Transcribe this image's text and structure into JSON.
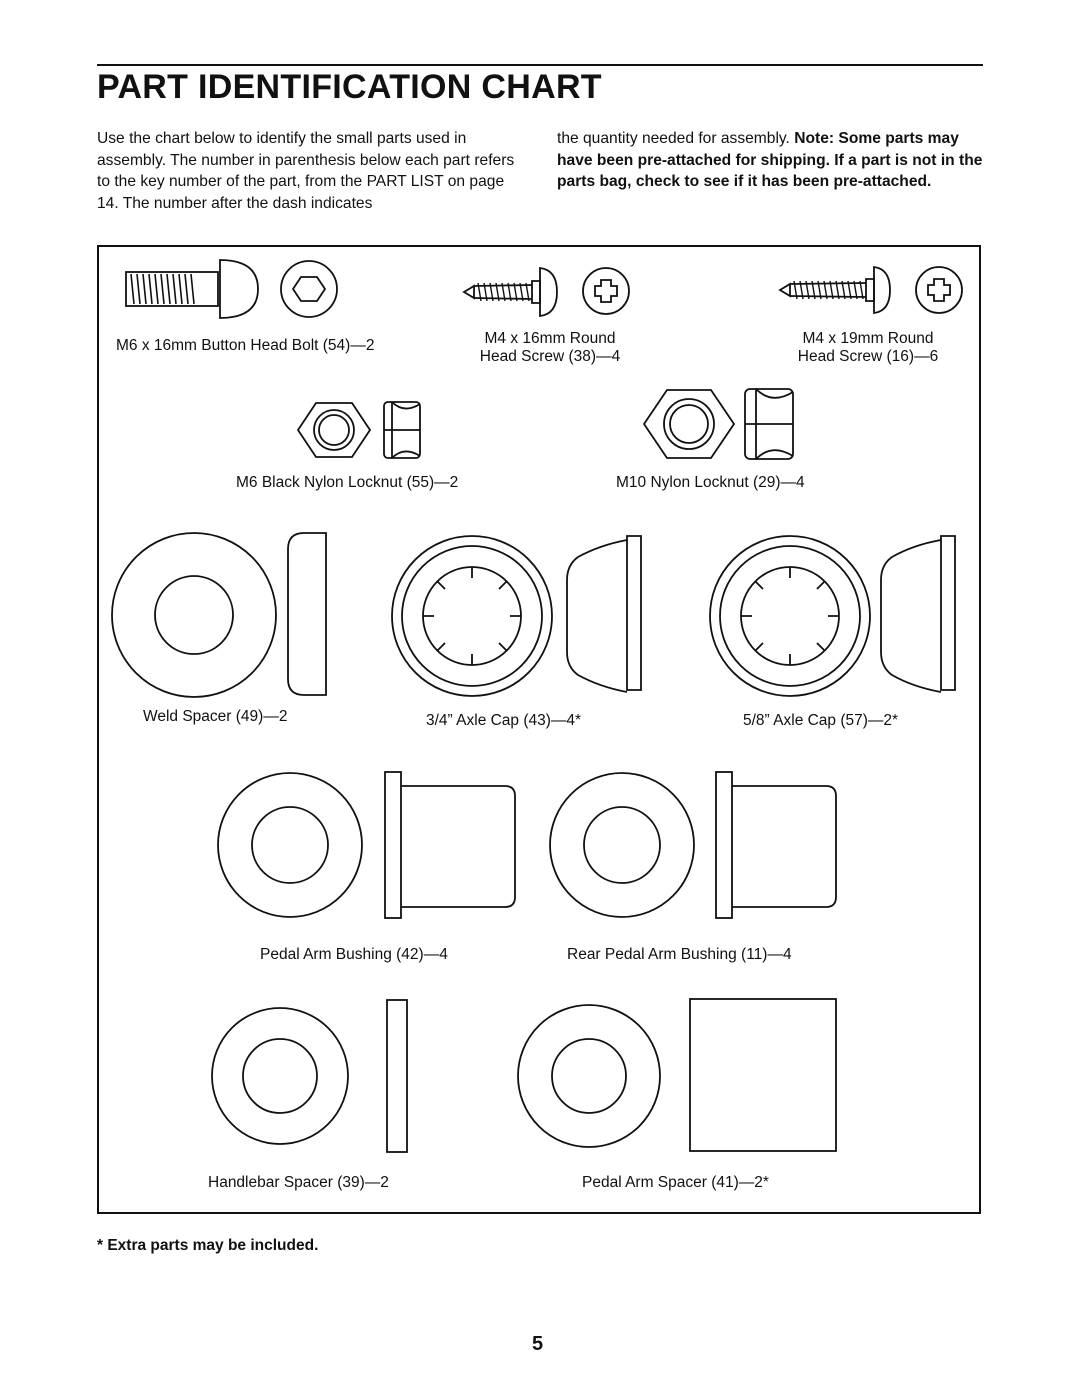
{
  "title": "PART IDENTIFICATION CHART",
  "intro": {
    "left": "Use the chart below to identify the small parts used in assembly. The number in parenthesis below each part refers to the key number of the part, from the PART LIST on page 14. The number after the dash indicates",
    "right_plain": "the quantity needed for assembly. ",
    "right_bold": "Note: Some parts may have been pre-attached for shipping. If a part is not in the parts bag, check to see if it has been pre-attached."
  },
  "parts": {
    "button_head_bolt": "M6 x 16mm Button Head Bolt (54)—2",
    "round_head_screw_16_line1": "M4 x 16mm Round",
    "round_head_screw_16_line2": "Head Screw (38)—4",
    "round_head_screw_19_line1": "M4 x 19mm Round",
    "round_head_screw_19_line2": "Head Screw (16)—6",
    "m6_locknut": "M6 Black Nylon Locknut (55)—2",
    "m10_locknut": "M10 Nylon Locknut (29)—4",
    "weld_spacer": "Weld Spacer (49)—2",
    "axle_cap_34": "3/4” Axle Cap (43)—4*",
    "axle_cap_58": "5/8” Axle Cap (57)—2*",
    "pedal_arm_bushing": "Pedal Arm Bushing (42)—4",
    "rear_pedal_arm_bushing": "Rear Pedal Arm Bushing (11)—4",
    "handlebar_spacer": "Handlebar Spacer (39)—2",
    "pedal_arm_spacer": "Pedal Arm Spacer (41)—2*"
  },
  "footnote": "* Extra parts may be included.",
  "page_number": "5"
}
